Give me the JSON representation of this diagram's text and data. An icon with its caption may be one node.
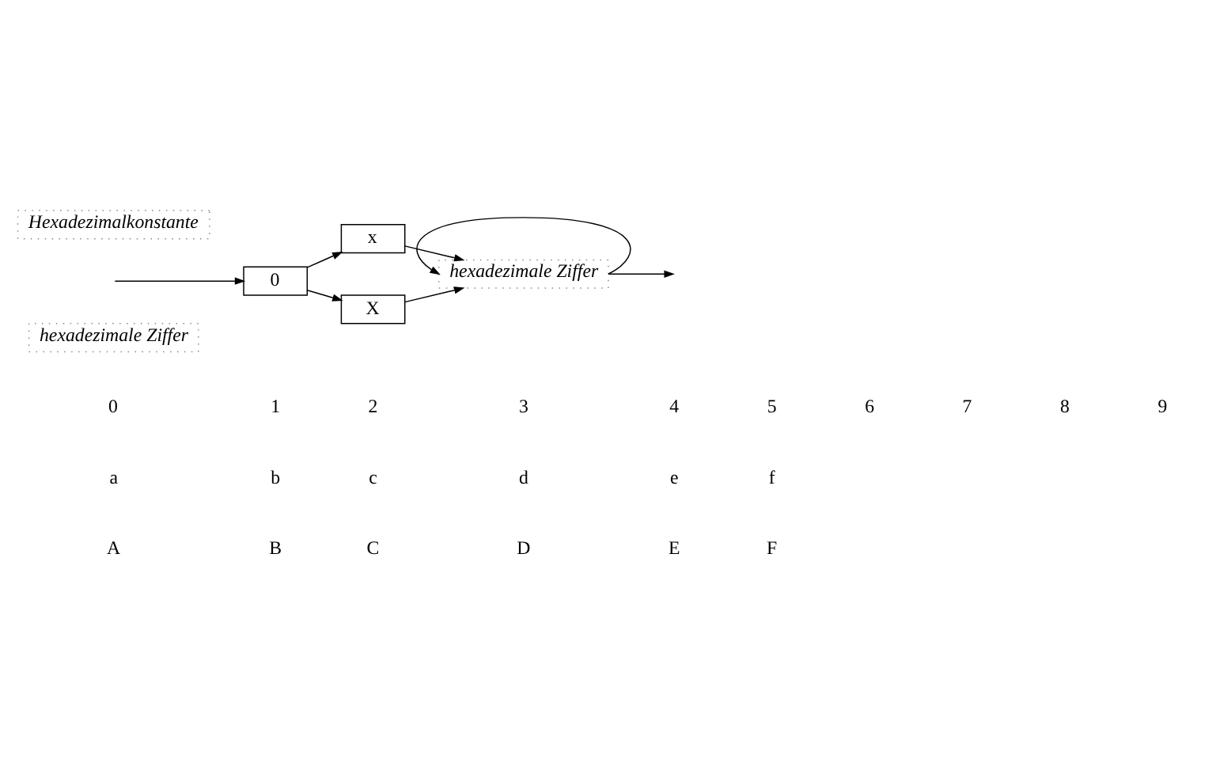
{
  "diagram": {
    "nodes": [
      {
        "text": [
          "Hexadezimalkonstante"
        ]
      },
      {
        "text": [
          "0"
        ]
      },
      {
        "text": [
          "x"
        ]
      },
      {
        "text": [
          "X"
        ]
      },
      {
        "text": [
          "hexadezimale Ziffer"
        ]
      },
      {
        "text": [
          "hexadezimale Ziffer"
        ]
      }
    ],
    "edges": [
      {
        "from": null,
        "to": 1,
        "arrow": "to"
      },
      {
        "from": 1,
        "to": 2,
        "arrow": "to"
      },
      {
        "from": 1,
        "to": 3,
        "arrow": "to"
      },
      {
        "from": 2,
        "to": 4,
        "arrow": "to"
      },
      {
        "from": 3,
        "to": 4,
        "arrow": "to"
      },
      {
        "from": 4,
        "to": 4,
        "arrow": "to"
      },
      {
        "from": 4,
        "to": null,
        "arrow": "to"
      }
    ],
    "labels": [
      "0",
      "1",
      "2",
      "3",
      "4",
      "5",
      "6",
      "7",
      "8",
      "9",
      "a",
      "b",
      "c",
      "d",
      "e",
      "f",
      "A",
      "B",
      "C",
      "D",
      "E",
      "F"
    ]
  }
}
